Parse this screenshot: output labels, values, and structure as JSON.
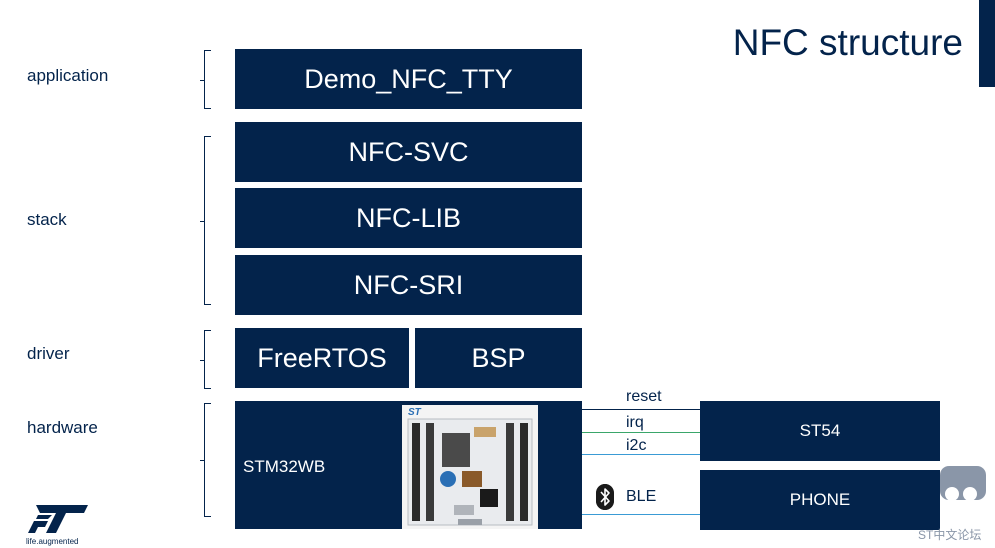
{
  "title": "NFC structure",
  "layers": {
    "application": "application",
    "stack": "stack",
    "driver": "driver",
    "hardware": "hardware"
  },
  "blocks": {
    "demo": "Demo_NFC_TTY",
    "svc": "NFC-SVC",
    "lib": "NFC-LIB",
    "sri": "NFC-SRI",
    "freertos": "FreeRTOS",
    "bsp": "BSP",
    "mcu": "STM32WB",
    "st54": "ST54",
    "phone": "PHONE"
  },
  "signals": {
    "reset": "reset",
    "irq": "irq",
    "i2c": "i2c",
    "ble": "BLE"
  },
  "colors": {
    "primary": "#03234b",
    "irq_line": "#3aa66a",
    "i2c_line": "#3a9bd5"
  },
  "logo": {
    "icon": "st-logo-icon",
    "tagline": "life.augmented"
  },
  "watermark": {
    "icon": "forum-icon",
    "text": "ST中文论坛"
  }
}
